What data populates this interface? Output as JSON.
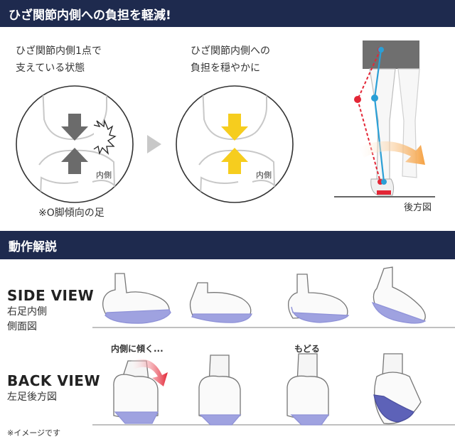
{
  "header": {
    "title": "ひざ関節内側への負担を軽減!"
  },
  "knee_before": {
    "caption_line1": "ひざ関節内側1点で",
    "caption_line2": "支えている状態",
    "inner_label": "内側",
    "note": "※O脚傾向の足"
  },
  "knee_after": {
    "caption_line1": "ひざ関節内側への",
    "caption_line2": "負担を穏やかに",
    "inner_label": "内側"
  },
  "leg_figure": {
    "caption": "後方図"
  },
  "motion": {
    "title": "動作解説",
    "side_view": {
      "title": "SIDE VIEW",
      "line1": "右足内側",
      "line2": "側面図"
    },
    "back_view": {
      "title": "BACK VIEW",
      "line1": "左足後方図"
    },
    "label_lean": "内側に傾く...",
    "label_return": "もどる",
    "note": "※イメージです"
  },
  "colors": {
    "header_bg": "#1e2a4e",
    "arrow_gray": "#6b6b6b",
    "arrow_yellow": "#f6cd1e",
    "accent_red": "#e32636",
    "accent_blue": "#2a9fd6",
    "sole_purple": "#8f92d8"
  },
  "icons": [
    "chevron-right-icon",
    "down-arrow-icon",
    "up-arrow-icon",
    "curved-arrow-icon"
  ]
}
